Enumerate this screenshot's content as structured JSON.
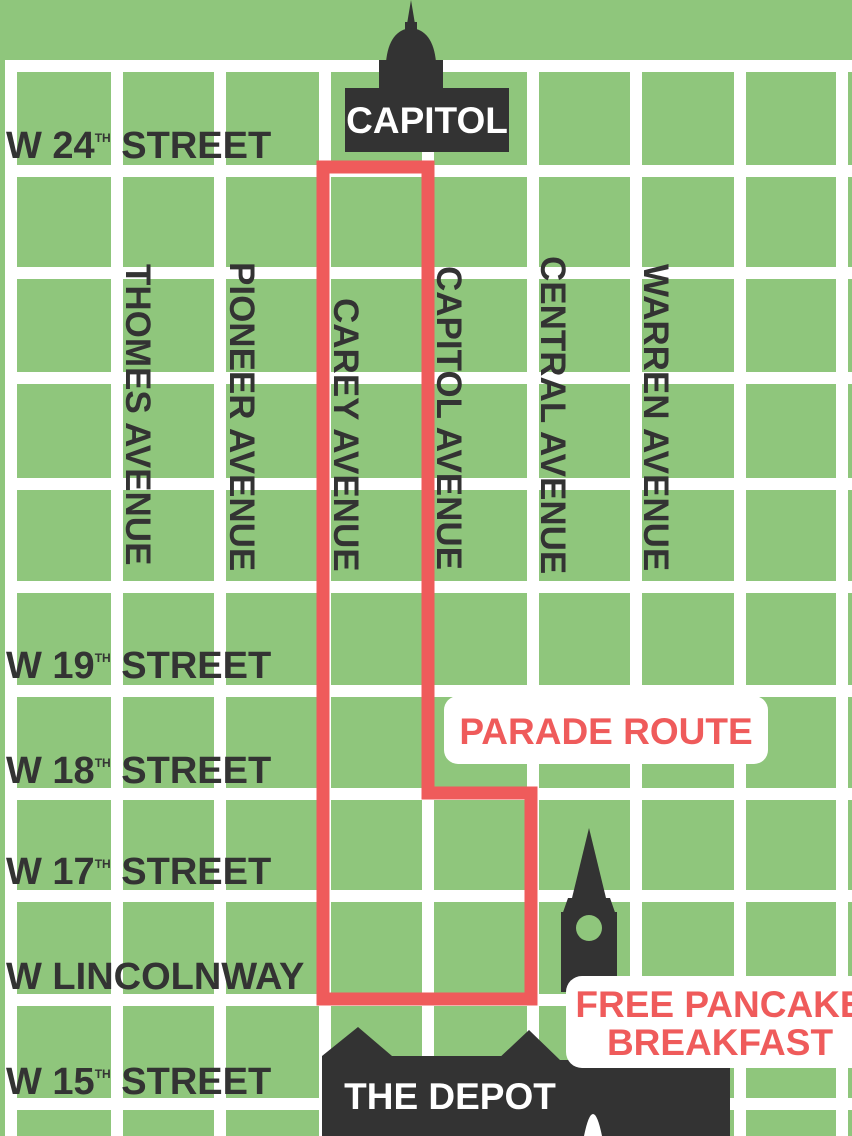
{
  "map": {
    "colors": {
      "background": "#8fc67c",
      "road": "#ffffff",
      "route": "#ef5b5b",
      "building": "#333333",
      "label": "#333333"
    },
    "streets": [
      {
        "prefix": "W 24",
        "sup": "TH",
        "suffix": " STREET"
      },
      {
        "prefix": "W 19",
        "sup": "TH",
        "suffix": " STREET"
      },
      {
        "prefix": "W 18",
        "sup": "TH",
        "suffix": " STREET"
      },
      {
        "prefix": "W 17",
        "sup": "TH",
        "suffix": " STREET"
      },
      {
        "prefix": "W LINCOLNWAY",
        "sup": "",
        "suffix": ""
      },
      {
        "prefix": "W 15",
        "sup": "TH",
        "suffix": " STREET"
      }
    ],
    "avenues": [
      "THOMES AVENUE",
      "PIONEER AVENUE",
      "CAREY AVENUE",
      "CAPITOL AVENUE",
      "CENTRAL AVENUE",
      "WARREN AVENUE"
    ],
    "landmarks": {
      "capitol": "CAPITOL",
      "depot": "THE DEPOT"
    },
    "callouts": {
      "parade_route": "PARADE ROUTE",
      "pancake_line1": "FREE PANCAKE",
      "pancake_line2": "BREAKFAST"
    },
    "icons": {
      "capitol": "capitol-dome-icon",
      "depot": "depot-building-icon",
      "clock_tower": "clock-tower-icon"
    }
  }
}
